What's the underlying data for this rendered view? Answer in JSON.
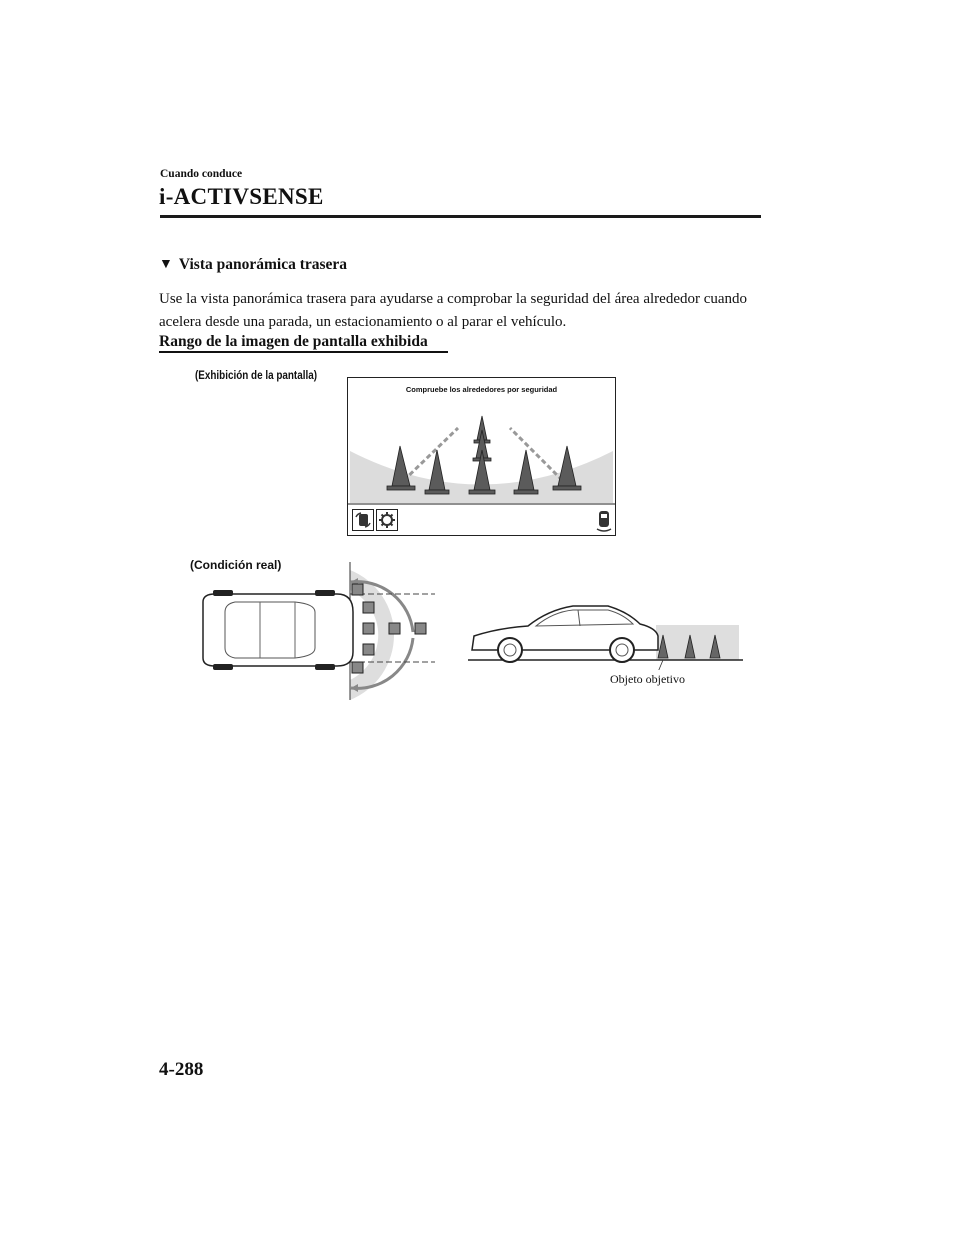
{
  "header": {
    "running_title": "Cuando conduce",
    "chapter_title": "i-ACTIVSENSE"
  },
  "section": {
    "marker": "▼",
    "title": "Vista panorámica trasera",
    "body": "Use la vista panorámica trasera para ayudarse a comprobar la seguridad del área alrededor cuando acelera desde una parada, un estacionamiento o al parar el vehículo.",
    "subheading": "Rango de la imagen de pantalla exhibida"
  },
  "figure": {
    "display_caption": "(Exhibición de la pantalla)",
    "screen_message": "Compruebe los alrededores por seguridad",
    "real_caption": "(Condición real)",
    "target_label": "Objeto objetivo",
    "icons": [
      "view-switch-icon",
      "settings-icon",
      "car-sensor-icon",
      "traffic-cone-icon"
    ]
  },
  "footer": {
    "page_number": "4-288"
  }
}
